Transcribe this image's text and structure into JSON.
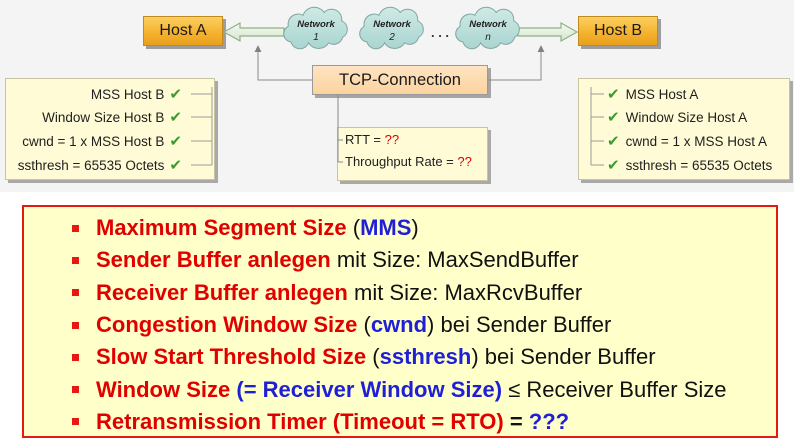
{
  "diagram": {
    "host_a": "Host A",
    "host_b": "Host B",
    "networks": [
      {
        "label": "Network",
        "number": "1"
      },
      {
        "label": "Network",
        "number": "2"
      },
      {
        "label": "Network",
        "number": "n"
      }
    ],
    "network_ellipsis": ". . .",
    "tcp_connection": "TCP-Connection",
    "connection_params": [
      {
        "label": "RTT = ",
        "value": "??"
      },
      {
        "label": "Throughput Rate = ",
        "value": "??"
      }
    ],
    "host_a_params": [
      "MSS Host B",
      "Window Size Host B",
      "cwnd = 1 x MSS Host B",
      "ssthresh = 65535 Octets"
    ],
    "host_b_params": [
      "MSS Host A",
      "Window Size Host A",
      "cwnd = 1 x MSS Host A",
      "ssthresh = 65535 Octets"
    ]
  },
  "settings_list": [
    [
      "Maximum Segment Size",
      " (",
      "MMS",
      ")"
    ],
    [
      "Sender Buffer anlegen",
      " mit Size: MaxSendBuffer"
    ],
    [
      "Receiver Buffer anlegen",
      " mit Size: MaxRcvBuffer"
    ],
    [
      "Congestion Window Size",
      " (",
      "cwnd",
      ") bei Sender Buffer"
    ],
    [
      "Slow Start Threshold Size",
      " (",
      "ssthresh",
      ") bei Sender Buffer"
    ],
    [
      "Window Size",
      " (= Receiver Window Size)",
      " ≤ Receiver Buffer Size"
    ],
    [
      "Retransmission Timer (Timeout = RTO)",
      " = ",
      "???"
    ]
  ],
  "icons": {
    "parameter_check": "check-icon",
    "list_bullet": "square-bullet-icon",
    "network": "cloud-icon",
    "link": "double-arrow-icon"
  },
  "colors": {
    "host_fill": "#f5b330",
    "cloud_fill": "#a9d5d0",
    "tcp_fill": "#fcd39f",
    "param_fill": "#fffbd6",
    "check_green": "#3d9b2f",
    "emphasis_red": "#e00000",
    "emphasis_blue": "#1f1fd6",
    "frame_red": "#e5190f",
    "frame_fill": "#ffffc9"
  }
}
